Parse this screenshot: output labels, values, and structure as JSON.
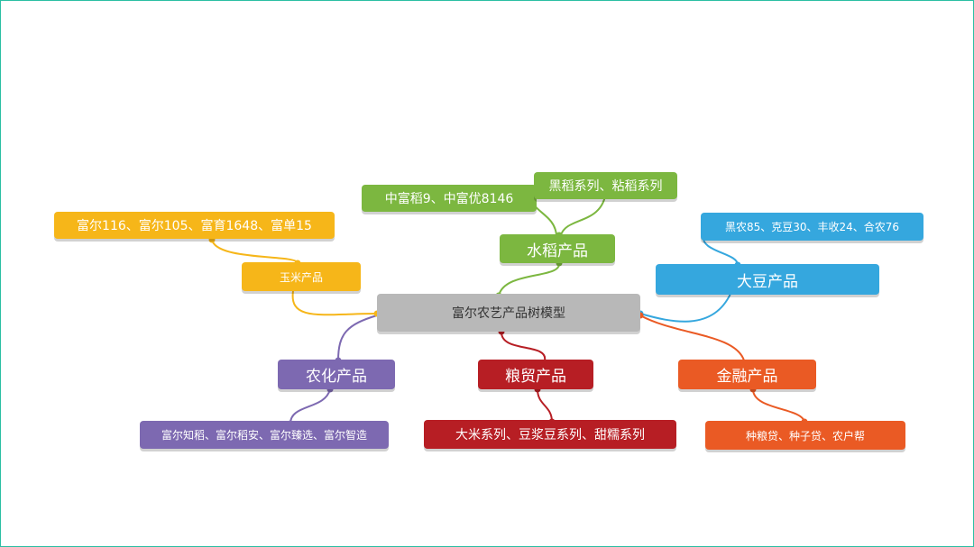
{
  "diagram": {
    "root": {
      "label": "富尔农艺产品树模型",
      "color": "#b8b8b8"
    },
    "branches": [
      {
        "id": "rice",
        "label": "水稻产品",
        "color": "#7cb740",
        "leaves": [
          "中富稻9、中富优8146",
          "黑稻系列、粘稻系列"
        ]
      },
      {
        "id": "corn",
        "label": "玉米产品",
        "color": "#f6b619",
        "leaves": [
          "富尔116、富尔105、富育1648、富单15"
        ]
      },
      {
        "id": "soy",
        "label": "大豆产品",
        "color": "#35a7de",
        "leaves": [
          "黑农85、克豆30、丰收24、合农76"
        ]
      },
      {
        "id": "agrochem",
        "label": "农化产品",
        "color": "#7d69b1",
        "leaves": [
          "富尔知稻、富尔稻安、富尔臻选、富尔智造"
        ]
      },
      {
        "id": "grain",
        "label": "粮贸产品",
        "color": "#b71e24",
        "leaves": [
          "大米系列、豆浆豆系列、甜糯系列"
        ]
      },
      {
        "id": "finance",
        "label": "金融产品",
        "color": "#ea5a24",
        "leaves": [
          "种粮贷、种子贷、农户帮"
        ]
      }
    ]
  }
}
